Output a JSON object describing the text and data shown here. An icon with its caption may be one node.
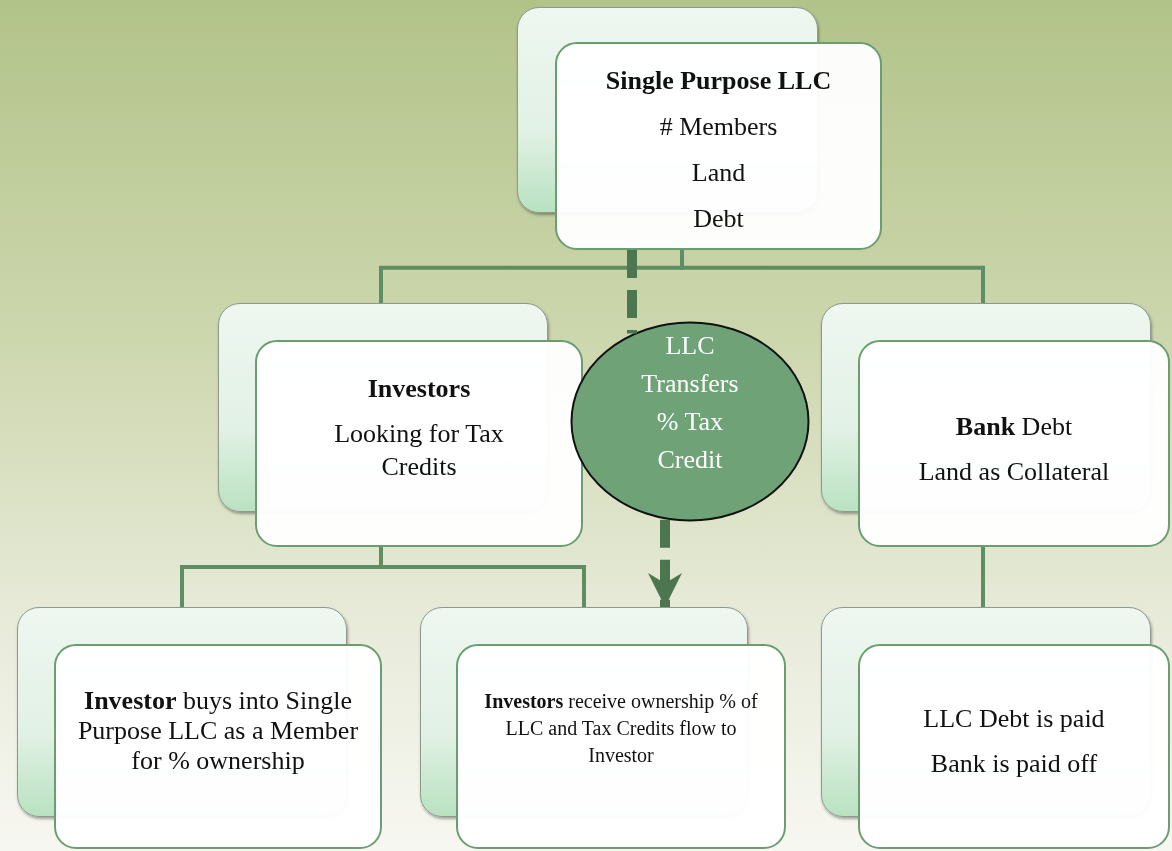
{
  "diagram": {
    "nodes": [
      {
        "text": [
          "Single Purpose LLC",
          "# Members",
          "Land",
          "Debt"
        ]
      },
      {
        "text": [
          "Investors",
          "Looking for Tax Credits"
        ]
      },
      {
        "text": [
          "LLC Transfers % Tax Credit"
        ]
      },
      {
        "text": [
          "**Bank** Debt",
          "Land as Collateral"
        ]
      },
      {
        "text": [
          "**Investor** buys into Single Purpose LLC as a Member for % ownership"
        ]
      },
      {
        "text": [
          "**Investors** receive ownership % of LLC and Tax Credits flow to Investor"
        ]
      },
      {
        "text": [
          "LLC Debt is paid",
          "Bank is paid off"
        ]
      }
    ],
    "edges": [
      {
        "from": 0,
        "to": 1,
        "arrow": "none"
      },
      {
        "from": 0,
        "to": 3,
        "arrow": "none"
      },
      {
        "from": 1,
        "to": 4,
        "arrow": "none"
      },
      {
        "from": 1,
        "to": 5,
        "arrow": "none"
      },
      {
        "from": 3,
        "to": 6,
        "arrow": "none"
      },
      {
        "from": 0,
        "to": 2,
        "arrow": "none",
        "style": "dashed"
      },
      {
        "from": 2,
        "to": 5,
        "arrow": "to",
        "style": "dashed"
      }
    ]
  }
}
